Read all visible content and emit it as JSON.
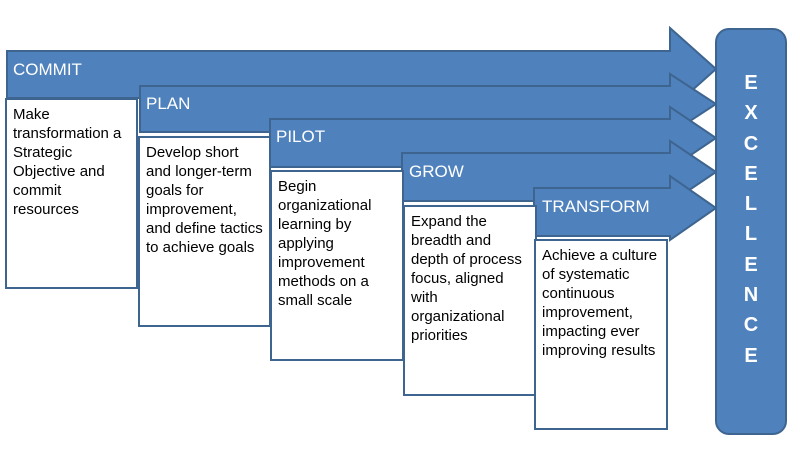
{
  "colors": {
    "arrow_fill": "#4f81bd",
    "arrow_border": "#3e6590",
    "text_on_arrow": "#ffffff"
  },
  "stages": [
    {
      "label": "COMMIT",
      "description": "Make transformation a Strategic Objective and commit resources"
    },
    {
      "label": "PLAN",
      "description": "Develop short and longer-term goals for improvement, and define tactics to achieve goals"
    },
    {
      "label": "PILOT",
      "description": "Begin organizational learning by applying improvement methods on a small scale"
    },
    {
      "label": "GROW",
      "description": "Expand the breadth and depth of process focus, aligned with organizational priorities"
    },
    {
      "label": "TRANSFORM",
      "description": "Achieve a culture of systematic continuous improvement, impacting ever improving results"
    }
  ],
  "excellence": {
    "letters": [
      "E",
      "X",
      "C",
      "E",
      "L",
      "L",
      "E",
      "N",
      "C",
      "E"
    ]
  }
}
